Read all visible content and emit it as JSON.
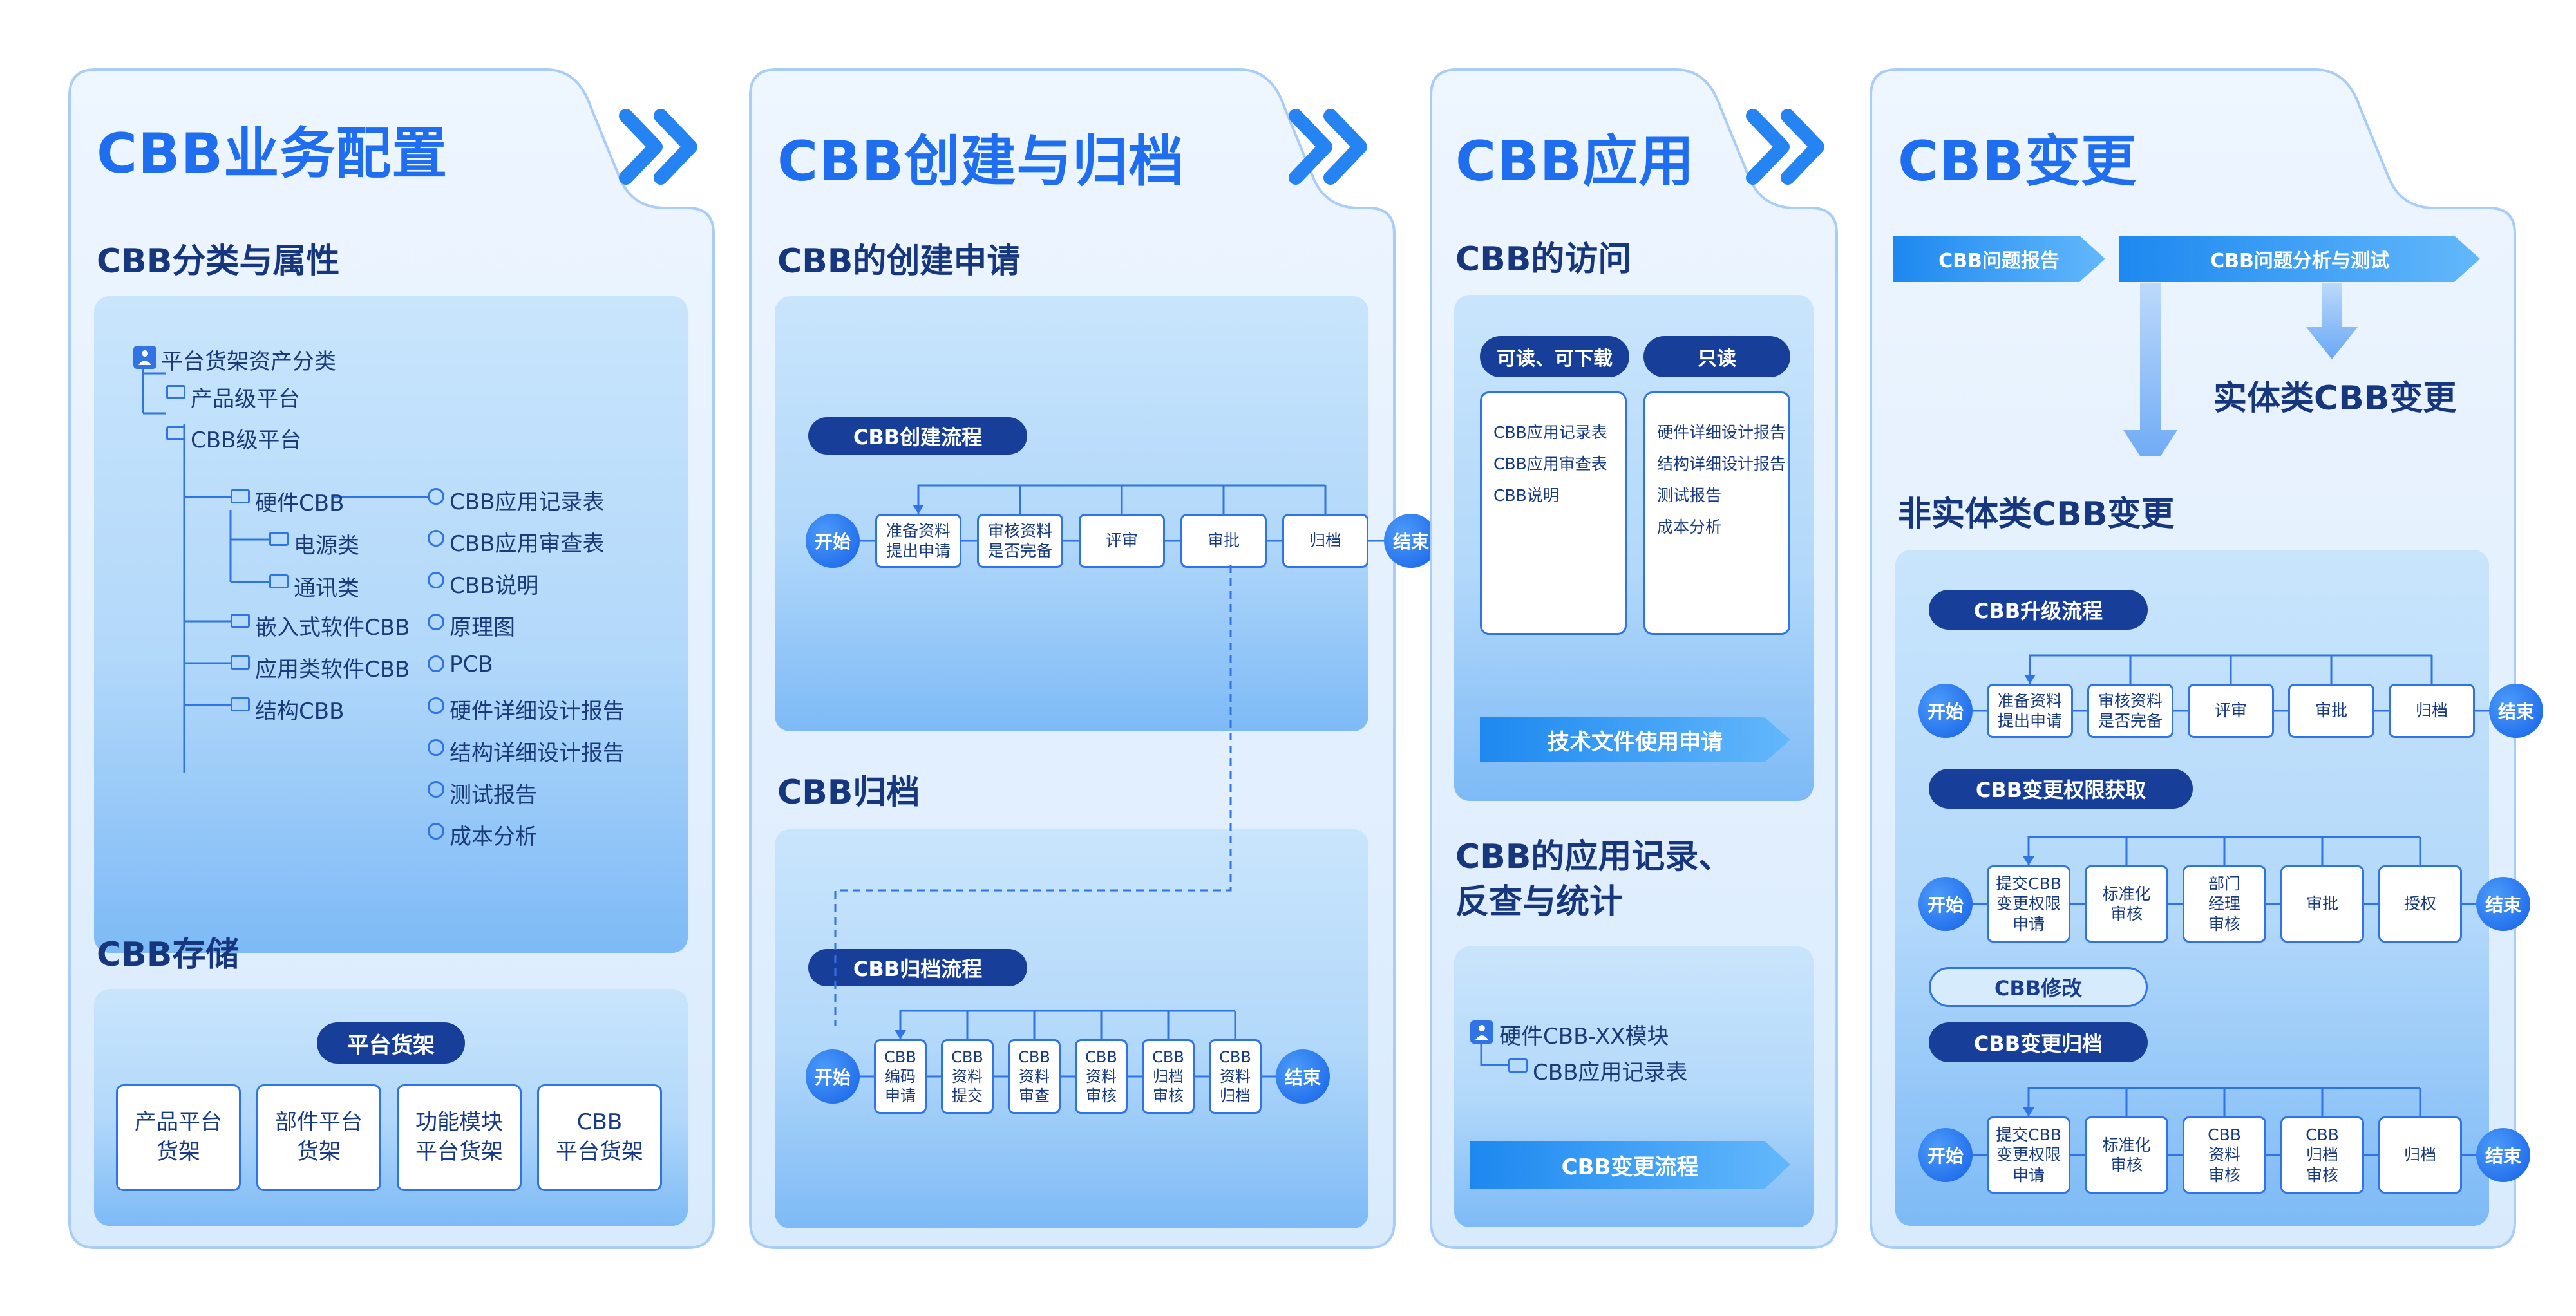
{
  "colors": {
    "primary": "#1f6ef0",
    "navy": "#173f9a",
    "panel": "#b2d8fa",
    "border": "#2f73e5"
  },
  "col1": {
    "title": "CBB业务配置",
    "classify_title": "CBB分类与属性",
    "tree_root": "平台货架资产分类",
    "tree_product": "产品级平台",
    "tree_cbb": "CBB级平台",
    "tree_hw": "硬件CBB",
    "tree_power": "电源类",
    "tree_comm": "通讯类",
    "tree_embedded": "嵌入式软件CBB",
    "tree_app": "应用类软件CBB",
    "tree_struct": "结构CBB",
    "attrs": [
      "CBB应用记录表",
      "CBB应用审查表",
      "CBB说明",
      "原理图",
      "PCB",
      "硬件详细设计报告",
      "结构详细设计报告",
      "测试报告",
      "成本分析"
    ],
    "storage_title": "CBB存储",
    "shelf_pill": "平台货架",
    "shelves": [
      "产品平台\n货架",
      "部件平台\n货架",
      "功能模块\n平台货架",
      "CBB\n平台货架"
    ]
  },
  "col2": {
    "title": "CBB创建与归档",
    "create_title": "CBB的创建申请",
    "create_pill": "CBB创建流程",
    "create_flow": [
      "准备资料\n提出申请",
      "审核资料\n是否完备",
      "评审",
      "审批",
      "归档"
    ],
    "archive_title": "CBB归档",
    "archive_pill": "CBB归档流程",
    "archive_flow": [
      "CBB\n编码\n申请",
      "CBB\n资料\n提交",
      "CBB\n资料\n审查",
      "CBB\n资料\n审核",
      "CBB\n归档\n审核",
      "CBB\n资料\n归档"
    ],
    "start": "开始",
    "end": "结束"
  },
  "col3": {
    "title": "CBB应用",
    "access_title": "CBB的访问",
    "pill_read_dl": "可读、可下载",
    "pill_read": "只读",
    "list_left": [
      "CBB应用记录表",
      "CBB应用审查表",
      "CBB说明"
    ],
    "list_right": [
      "硬件详细设计报告",
      "结构详细设计报告",
      "测试报告",
      "成本分析"
    ],
    "banner_tech": "技术文件使用申请",
    "record_title_1": "CBB的应用记录、",
    "record_title_2": "反查与统计",
    "module": "硬件CBB-XX模块",
    "module_child": "CBB应用记录表",
    "banner_change": "CBB变更流程"
  },
  "col4": {
    "title": "CBB变更",
    "banner_report": "CBB问题报告",
    "banner_analysis": "CBB问题分析与测试",
    "entity": "实体类CBB变更",
    "non_entity": "非实体类CBB变更",
    "upgrade_pill": "CBB升级流程",
    "upgrade_flow": [
      "准备资料\n提出申请",
      "审核资料\n是否完备",
      "评审",
      "审批",
      "归档"
    ],
    "perm_pill": "CBB变更权限获取",
    "perm_flow": [
      "提交CBB\n变更权限\n申请",
      "标准化\n审核",
      "部门\n经理\n审核",
      "审批",
      "授权"
    ],
    "modify_pill": "CBB修改",
    "archive_pill": "CBB变更归档",
    "archive_flow": [
      "提交CBB\n变更权限\n申请",
      "标准化\n审核",
      "CBB\n资料\n审核",
      "CBB\n归档\n审核",
      "归档"
    ],
    "start": "开始",
    "end": "结束"
  }
}
